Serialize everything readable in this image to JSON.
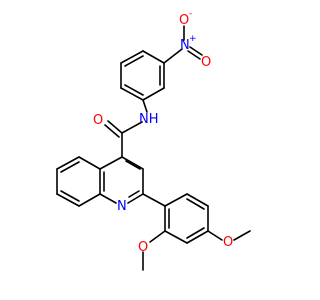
{
  "colors": {
    "bond": "#000000",
    "nitrogen": "#0000ff",
    "oxygen": "#ff0000",
    "background": "#ffffff"
  },
  "labels": {
    "nitro_n": "N",
    "nitro_plus": "+",
    "nitro_o_top": "O",
    "nitro_o_top_minus": "-",
    "nitro_o_right": "O",
    "amide_o": "O",
    "amide_nh": "NH",
    "quinoline_n": "N",
    "methoxy_o_left": "O",
    "methoxy_o_right": "O"
  }
}
